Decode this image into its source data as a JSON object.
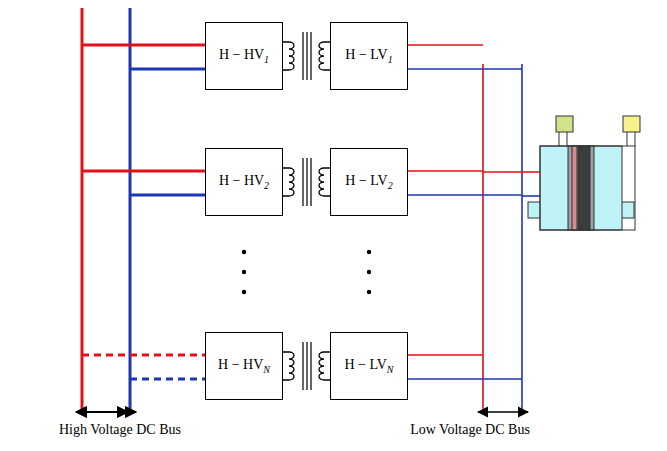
{
  "diagram": {
    "nodes": [
      {
        "text": [
          "H − HV1"
        ]
      },
      {
        "text": [
          "H − HV2"
        ]
      },
      {
        "text": [
          "H − HVN"
        ]
      },
      {
        "text": [
          "H − LV1"
        ]
      },
      {
        "text": [
          "H − LV2"
        ]
      },
      {
        "text": [
          "H − LVN"
        ]
      }
    ],
    "labels": [
      "High Voltage DC Bus",
      "Low Voltage DC Bus"
    ]
  }
}
